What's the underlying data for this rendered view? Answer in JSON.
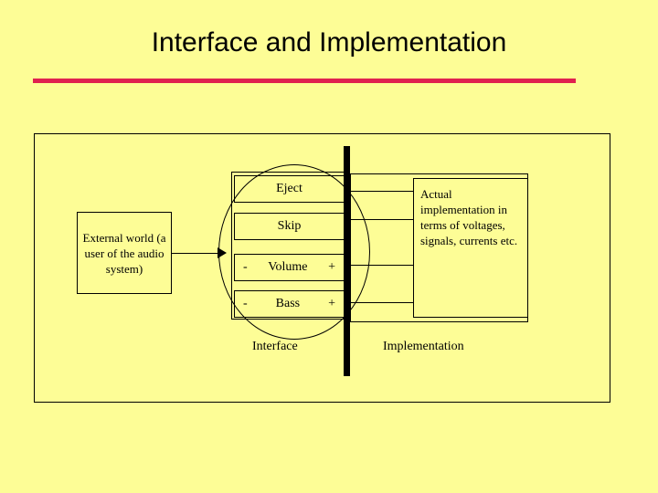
{
  "slide": {
    "title": "Interface and Implementation",
    "background_color": "#fdfd96",
    "rule_color": "#e0214f"
  },
  "diagram": {
    "external_world": {
      "label": "External world (a user of the audio system)"
    },
    "arrow": {
      "name": "user-to-interface-arrow"
    },
    "interface_panel": {
      "buttons": [
        {
          "name": "eject",
          "label": "Eject",
          "type": "simple"
        },
        {
          "name": "skip",
          "label": "Skip",
          "type": "simple"
        },
        {
          "name": "volume",
          "label": "Volume",
          "type": "stepper",
          "minus": "-",
          "plus": "+"
        },
        {
          "name": "bass",
          "label": "Bass",
          "type": "stepper",
          "minus": "-",
          "plus": "+"
        }
      ]
    },
    "implementation": {
      "text": "Actual implementation in terms of voltages, signals, currents etc."
    },
    "captions": {
      "interface": "Interface",
      "implementation": "Implementation"
    }
  }
}
